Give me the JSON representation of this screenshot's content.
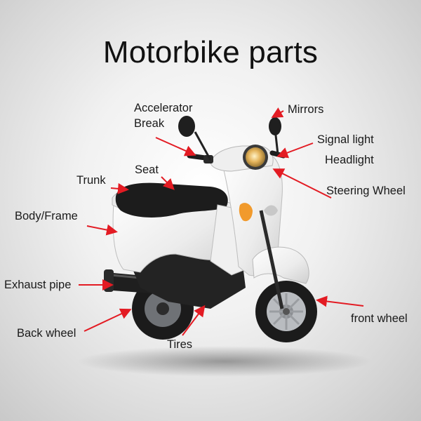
{
  "title": "Motorbike parts",
  "labels": {
    "accelerator": "Accelerator",
    "break": "Break",
    "mirrors": "Mirrors",
    "signal_light": "Signal light",
    "headlight": "Headlight",
    "seat": "Seat",
    "trunk": "Trunk",
    "steering_wheel": "Steering Wheel",
    "body_frame": "Body/Frame",
    "exhaust_pipe": "Exhaust pipe",
    "front_wheel": "front wheel",
    "back_wheel": "Back wheel",
    "tires": "Tires"
  },
  "colors": {
    "arrow": "#e31b23",
    "body": "#f4f4f4",
    "seat": "#1c1c1c",
    "tire": "#1b1b1b",
    "rim": "#b9bcc0",
    "headlight": "#d7a24a",
    "signal": "#f19a2c"
  }
}
